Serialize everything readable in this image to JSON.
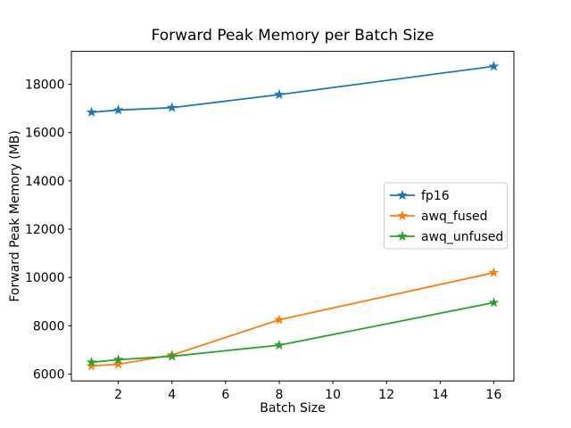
{
  "chart_data": {
    "type": "line",
    "title": "Forward Peak Memory per Batch Size",
    "xlabel": "Batch Size",
    "ylabel": "Forward Peak Memory (MB)",
    "x": [
      1,
      2,
      4,
      8,
      16
    ],
    "series": [
      {
        "name": "fp16",
        "color": "#1f77b4",
        "values": [
          16840,
          16930,
          17030,
          17570,
          18740
        ]
      },
      {
        "name": "awq_fused",
        "color": "#ff7f0e",
        "values": [
          6340,
          6410,
          6790,
          8250,
          10200
        ]
      },
      {
        "name": "awq_unfused",
        "color": "#2ca02c",
        "values": [
          6490,
          6600,
          6740,
          7200,
          8960
        ]
      }
    ],
    "xticks": [
      "2",
      "4",
      "6",
      "8",
      "10",
      "12",
      "14",
      "16"
    ],
    "xtick_values": [
      2,
      4,
      6,
      8,
      10,
      12,
      14,
      16
    ],
    "yticks": [
      "6000",
      "8000",
      "10000",
      "12000",
      "14000",
      "16000",
      "18000"
    ],
    "ytick_values": [
      6000,
      8000,
      10000,
      12000,
      14000,
      16000,
      18000
    ],
    "xlim": [
      0.25,
      16.75
    ],
    "ylim": [
      5720,
      19360
    ],
    "grid": false,
    "marker": "star",
    "legend_position": "center right",
    "background": "#ffffff",
    "spine_color": "#000000",
    "legend_border_color": "#cccccc"
  }
}
